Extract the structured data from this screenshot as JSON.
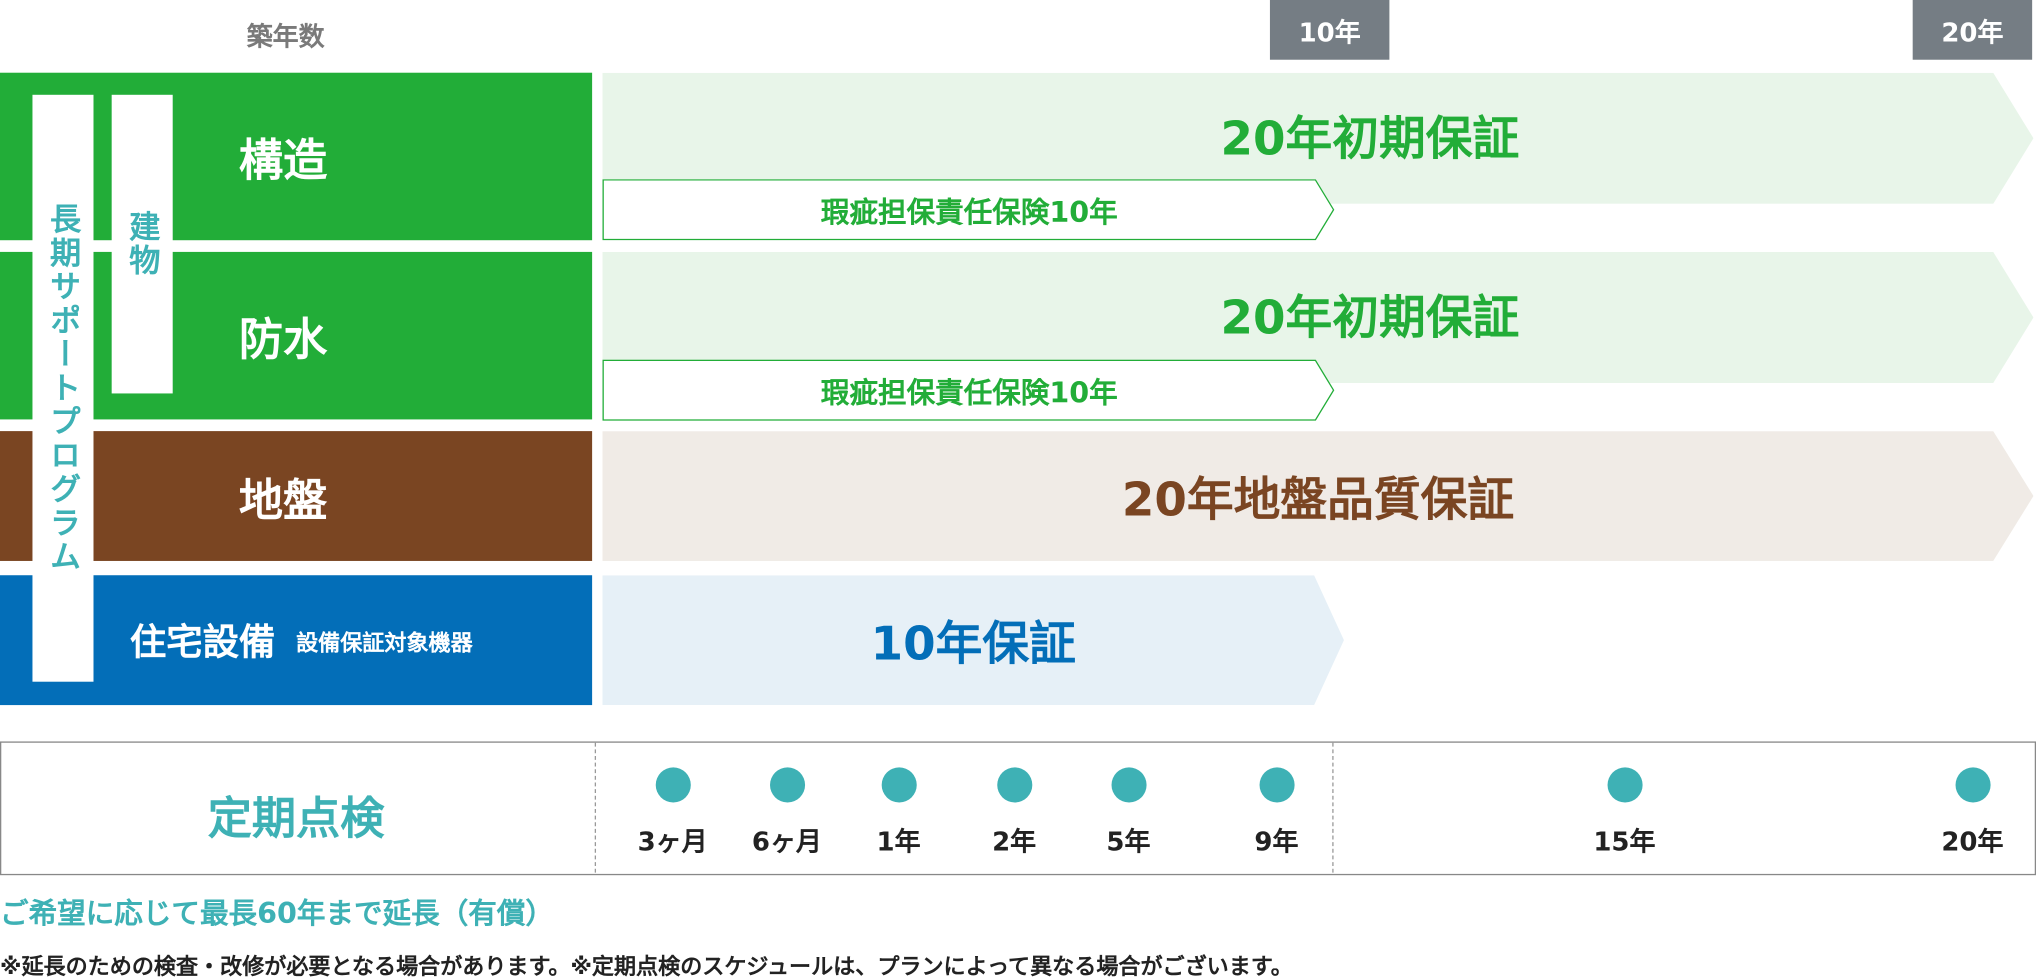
{
  "header": {
    "label": "築年数",
    "markers": [
      "10年",
      "20年"
    ]
  },
  "program_label": "長期サポートプログラム",
  "building_label": "建物",
  "rows": [
    {
      "label": "構造",
      "warranty": "20年初期保証",
      "insurance": "瑕疵担保責任保険10年"
    },
    {
      "label": "防水",
      "warranty": "20年初期保証",
      "insurance": "瑕疵担保責任保険10年"
    },
    {
      "label": "地盤",
      "warranty": "20年地盤品質保証"
    },
    {
      "label": "住宅設備",
      "sublabel": "設備保証対象機器",
      "warranty": "10年保証"
    }
  ],
  "inspection": {
    "title": "定期点検",
    "points": [
      "3ヶ月",
      "6ヶ月",
      "1年",
      "2年",
      "5年",
      "9年",
      "15年",
      "20年"
    ]
  },
  "notes": {
    "extension": "ご希望に応じて最長60年まで延長（有償）",
    "disclaimer": "※延長のための検査・改修が必要となる場合があります。※定期点検のスケジュールは、プランによって異なる場合がございます。"
  },
  "colors": {
    "green": "#22ad38",
    "brown": "#7a4522",
    "blue": "#036eb8",
    "teal": "#3eb1b5",
    "gray": "#757d84"
  }
}
